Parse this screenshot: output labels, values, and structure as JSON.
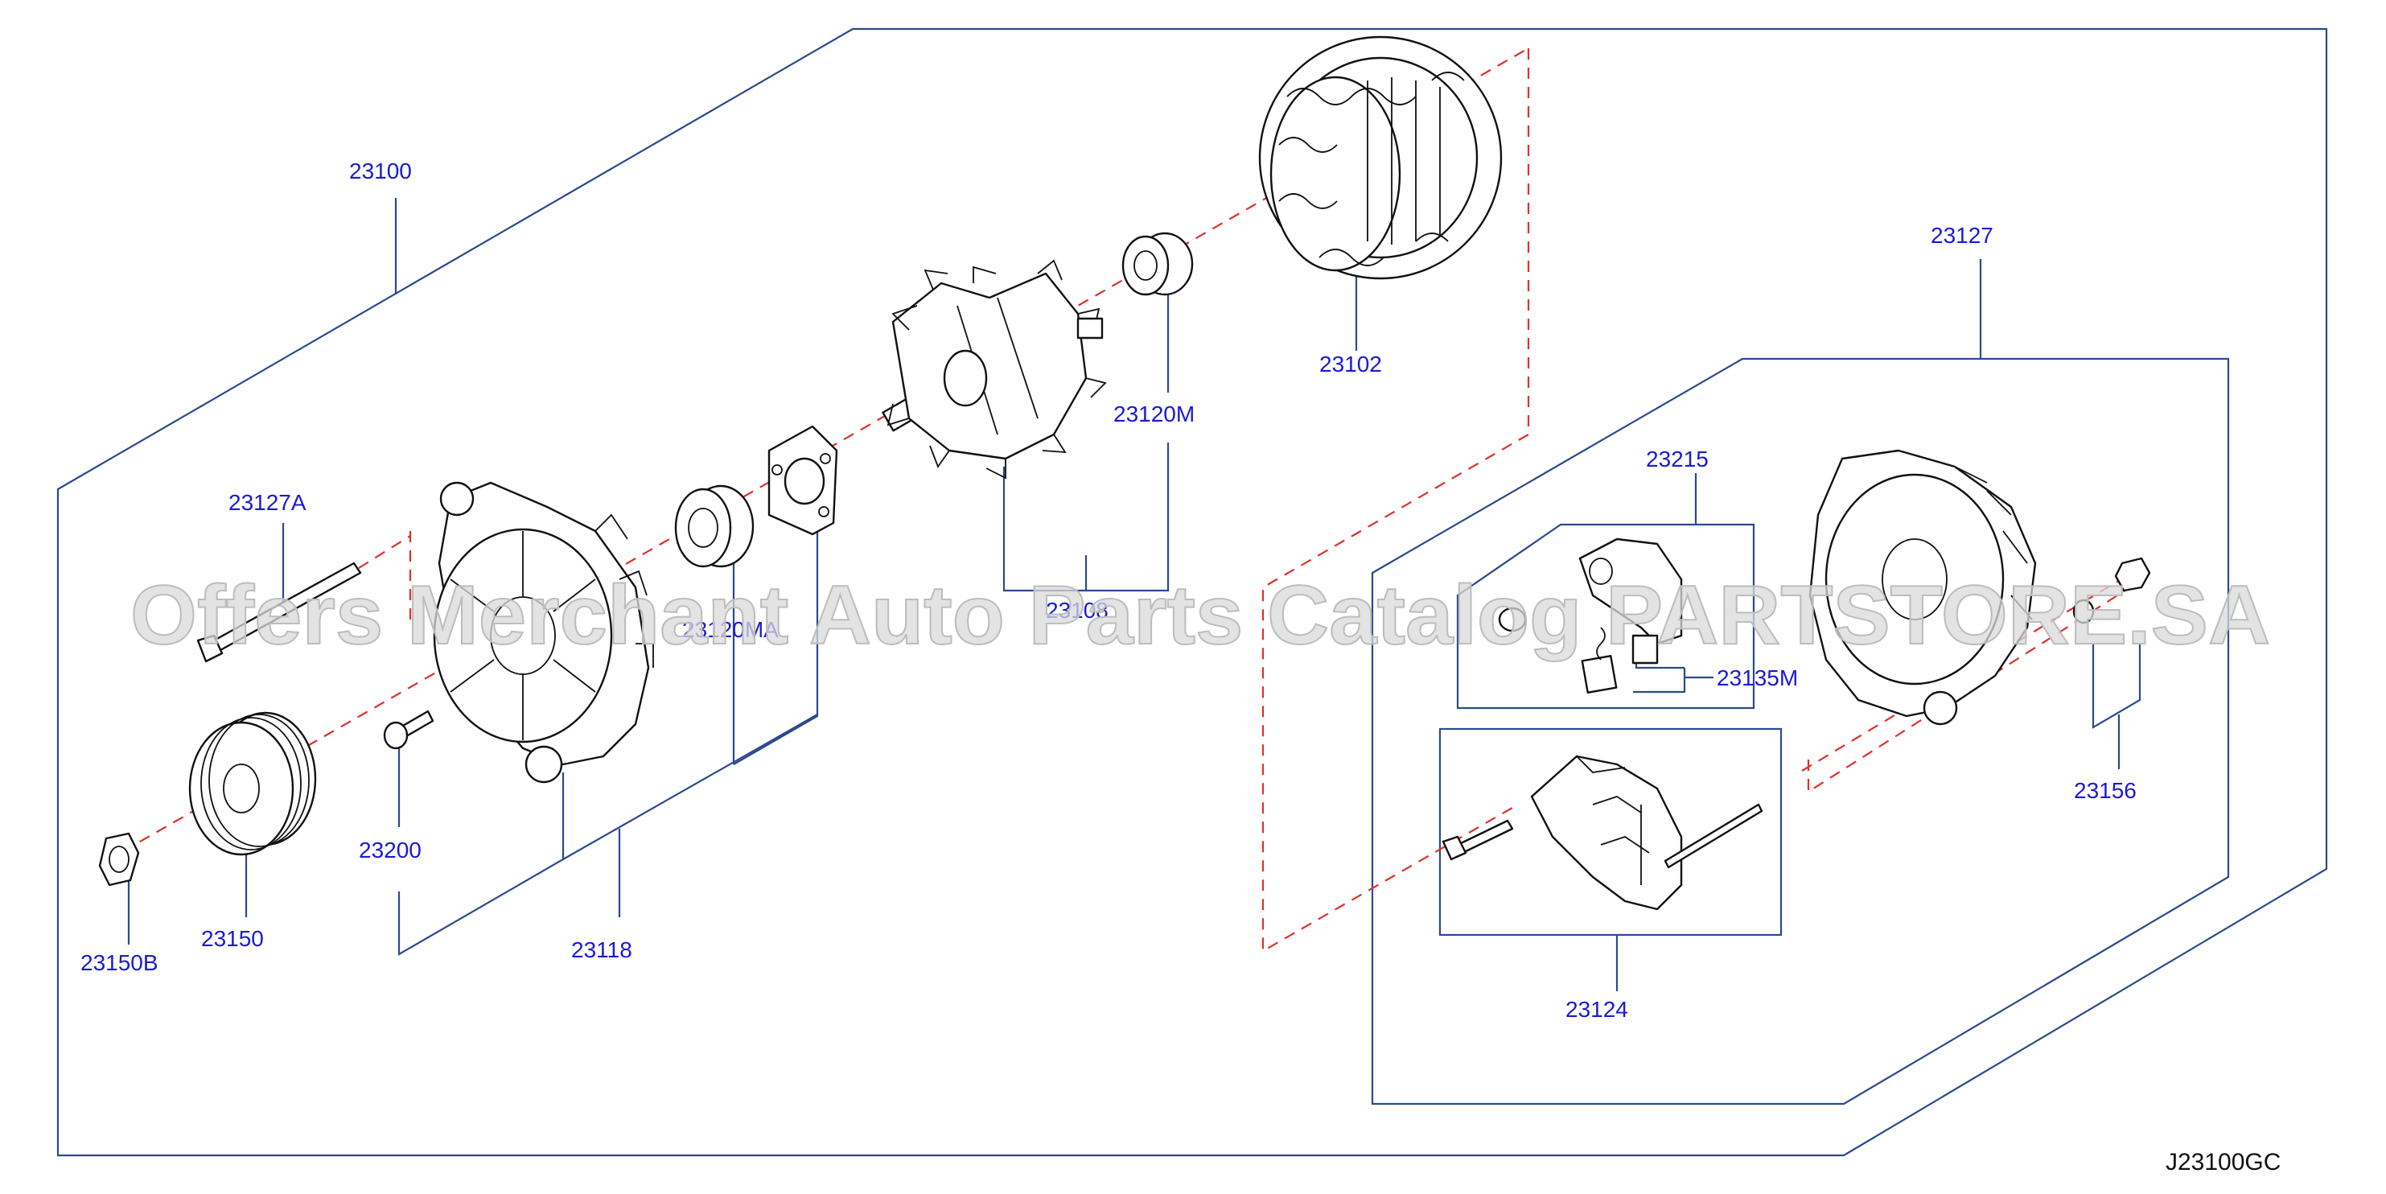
{
  "diagram": {
    "labels": {
      "p23100": "23100",
      "p23102": "23102",
      "p23120M": "23120M",
      "p23108": "23108",
      "p23120MA": "23120MA",
      "p23127A": "23127A",
      "p23200": "23200",
      "p23150": "23150",
      "p23150B": "23150B",
      "p23118": "23118",
      "p23127": "23127",
      "p23215": "23215",
      "p23135M": "23135M",
      "p23124": "23124",
      "p23156": "23156"
    },
    "diagram_code": "J23100GC",
    "watermark": "Offers Merchant Auto Parts Catalog PARTSTORE.SA",
    "colors": {
      "label_text": "#1a1ad6",
      "frame_lines": "#2b4a8c",
      "dashed_axis": "#e0302a",
      "part_outline": "#111111"
    }
  }
}
